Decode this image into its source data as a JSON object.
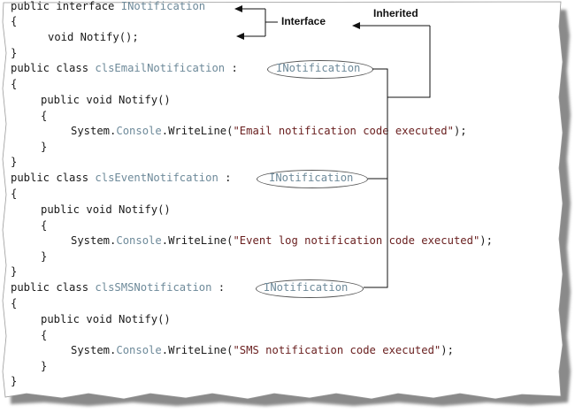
{
  "lines": {
    "l1": {
      "a": "public interface ",
      "b": "INotification"
    },
    "l2": "{",
    "l3": "void Notify();",
    "l4": "}",
    "l5": {
      "a": "public class ",
      "b": "clsEmailNotification",
      "c": " :"
    },
    "l6": "{",
    "l7": "public void Notify()",
    "l8": "{",
    "l9": {
      "a": "System.",
      "b": "Console",
      "c": ".WriteLine(",
      "d": "\"Email notification code executed\"",
      "e": ");"
    },
    "l10": "}",
    "l11": "}",
    "l12": {
      "a": "public class ",
      "b": "clsEventNotifcation",
      "c": " :"
    },
    "l13": "{",
    "l14": "public void Notify()",
    "l15": "{",
    "l16": {
      "a": "System.",
      "b": "Console",
      "c": ".WriteLine(",
      "d": "\"Event log notification code executed\"",
      "e": ");"
    },
    "l17": "}",
    "l18": "}",
    "l19": {
      "a": "public class ",
      "b": "clsSMSNotification",
      "c": " :"
    },
    "l20": "{",
    "l21": "public void Notify()",
    "l22": "{",
    "l23": {
      "a": "System.",
      "b": "Console",
      "c": ".WriteLine(",
      "d": "\"SMS notification code executed\"",
      "e": ");"
    },
    "l24": "}",
    "l25": "}"
  },
  "bases": {
    "email": "INotification",
    "event": "INotification",
    "sms": "INotification"
  },
  "annotations": {
    "interface": "Interface",
    "inherited": "Inherited"
  },
  "colors": {
    "code": "#1a1a1a",
    "type_name": "#6e8a9a",
    "string": "#6a2020",
    "paper_shadow": "#8a8a8a"
  }
}
